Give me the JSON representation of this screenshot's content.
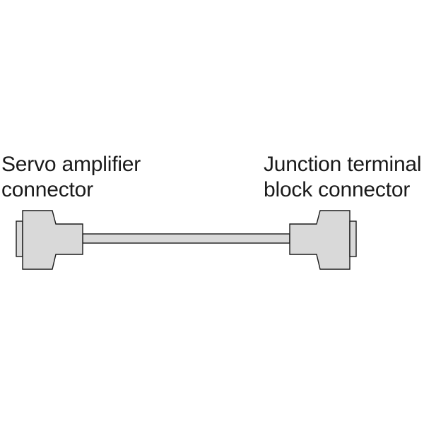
{
  "labels": {
    "left": {
      "line1": "Servo amplifier",
      "line2": "connector"
    },
    "right": {
      "line1": "Junction terminal",
      "line2": "block connector"
    }
  },
  "colors": {
    "fill": "#d9d9d9",
    "stroke": "#1a1a1a",
    "text": "#1a1a1a",
    "background": "#ffffff"
  }
}
